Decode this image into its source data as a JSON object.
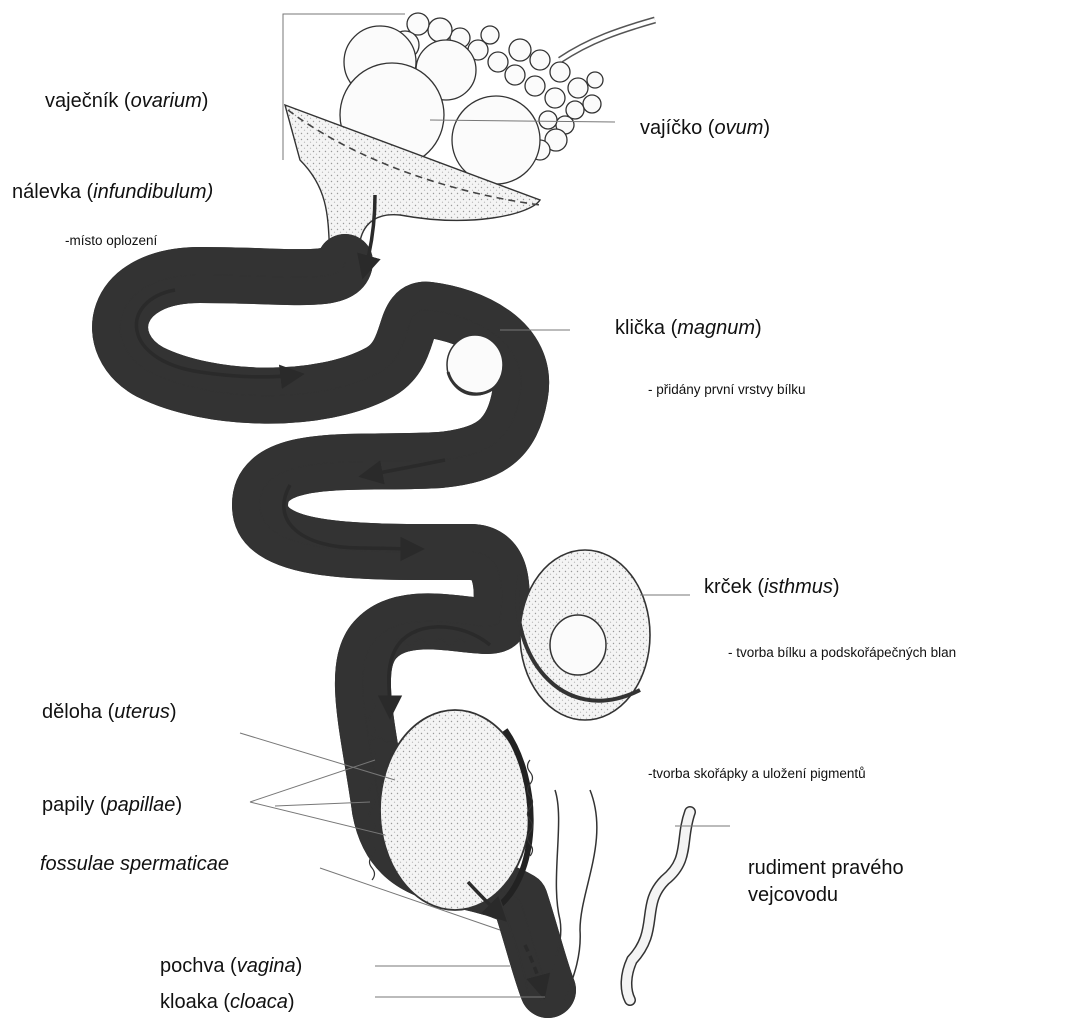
{
  "labels": {
    "ovarium": {
      "name": "vaječník",
      "open": " (",
      "latin": "ovarium",
      "close": ")"
    },
    "ovum": {
      "name": "vajíčko",
      "open": " (",
      "latin": "ovum",
      "close": ")"
    },
    "infund": {
      "name": "nálevka",
      "open": " (",
      "latin": "infundibulum)",
      "close": ""
    },
    "magnum": {
      "name": "klička",
      "open": " (",
      "latin": "magnum",
      "close": ")"
    },
    "isthmus": {
      "name": "krček",
      "open": " (",
      "latin": "isthmus",
      "close": ")"
    },
    "uterus": {
      "name": "děloha",
      "open": " (",
      "latin": "uterus",
      "close": ")"
    },
    "papillae": {
      "name": "papily",
      "open": " (",
      "latin": "papillae",
      "close": ")"
    },
    "fossulae": {
      "latin": "fossulae spermaticae"
    },
    "vagina": {
      "name": "pochva",
      "open": " (",
      "latin": "vagina",
      "close": ")"
    },
    "cloaca": {
      "name": "kloaka",
      "open": " (",
      "latin": "cloaca",
      "close": ")"
    },
    "rudiment": {
      "line1": "rudiment pravého",
      "line2": "vejcovodu"
    }
  },
  "notes": {
    "infund": "-místo oplození",
    "magnum": "- přidány první vrstvy bílku",
    "isthmus": "- tvorba bílku a podskořápečných blan",
    "uterus": "-tvorba skořápky a uložení pigmentů"
  }
}
